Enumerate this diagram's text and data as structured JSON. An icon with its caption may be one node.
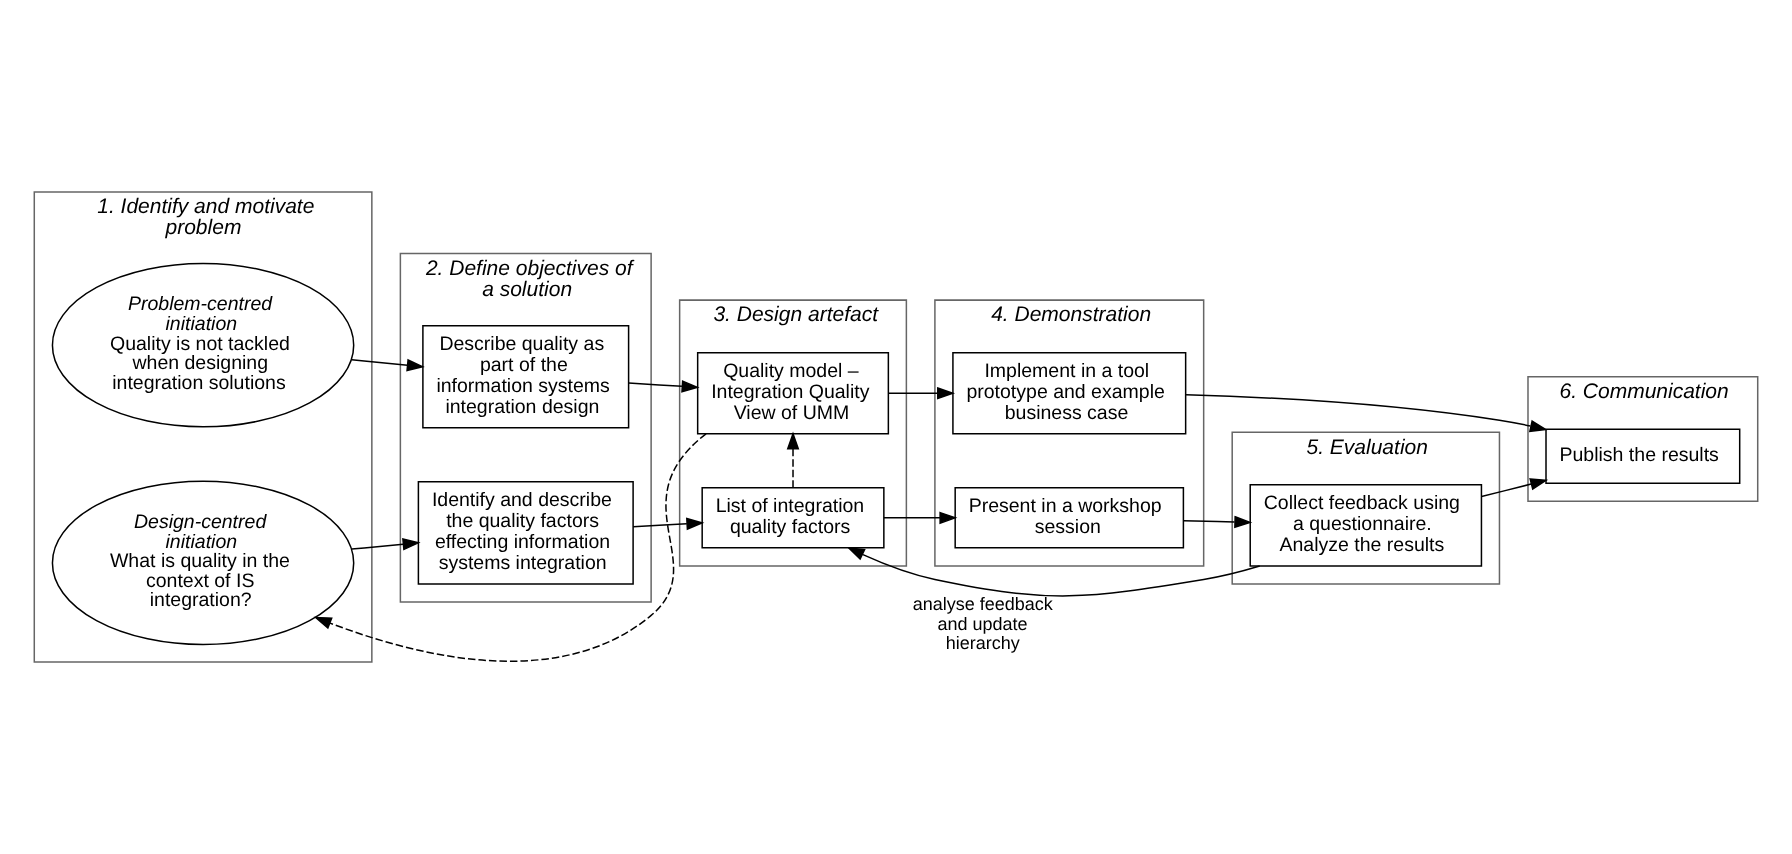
{
  "diagram": {
    "nodes": [
      {
        "text": [
          "1. Identify and motivate problem"
        ]
      },
      {
        "text": [
          "Problem-centred initiation",
          "Quality is not tackled when designing integration solutions"
        ],
        "in": 0
      },
      {
        "text": [
          "Design-centred initiation",
          "What is quality in the context of IS integration?"
        ],
        "in": 0
      },
      {
        "text": [
          "2. Define objectives of a solution"
        ]
      },
      {
        "text": [
          "Describe quality as part of the information systems integration design"
        ],
        "in": 3
      },
      {
        "text": [
          "Identify and describe the quality factors effecting information systems integration"
        ],
        "in": 3
      },
      {
        "text": [
          "3. Design artefact"
        ]
      },
      {
        "text": [
          "Quality model – Integration Quality View of UMM"
        ],
        "in": 6
      },
      {
        "text": [
          "List of integration quality factors"
        ],
        "in": 6
      },
      {
        "text": [
          "4. Demonstration"
        ]
      },
      {
        "text": [
          "Implement in a tool prototype and example business case"
        ],
        "in": 9
      },
      {
        "text": [
          "Present in a workshop session"
        ],
        "in": 9
      },
      {
        "text": [
          "5. Evaluation"
        ]
      },
      {
        "text": [
          "Collect feedback using a questionnaire. Analyze the results"
        ],
        "in": 12
      },
      {
        "text": [
          "6. Communication"
        ]
      },
      {
        "text": [
          "Publish the results"
        ],
        "in": 14
      }
    ],
    "edges": [
      {
        "from": 1,
        "to": 4,
        "arrow": "to"
      },
      {
        "from": 2,
        "to": 5,
        "arrow": "to"
      },
      {
        "from": 4,
        "to": 7,
        "arrow": "to"
      },
      {
        "from": 5,
        "to": 8,
        "arrow": "to"
      },
      {
        "from": 7,
        "to": 2,
        "arrow": "to",
        "style": "dashed"
      },
      {
        "from": 8,
        "to": 7,
        "arrow": "to",
        "style": "dashed"
      },
      {
        "from": 7,
        "to": 10,
        "arrow": "to"
      },
      {
        "from": 8,
        "to": 11,
        "arrow": "to"
      },
      {
        "from": 11,
        "to": 13,
        "arrow": "to"
      },
      {
        "from": 13,
        "to": 8,
        "arrow": "to",
        "label": "analyse feedback and update hierarchy"
      },
      {
        "from": 13,
        "to": 15,
        "arrow": "to"
      },
      {
        "from": 10,
        "to": 15,
        "arrow": "to"
      }
    ]
  }
}
